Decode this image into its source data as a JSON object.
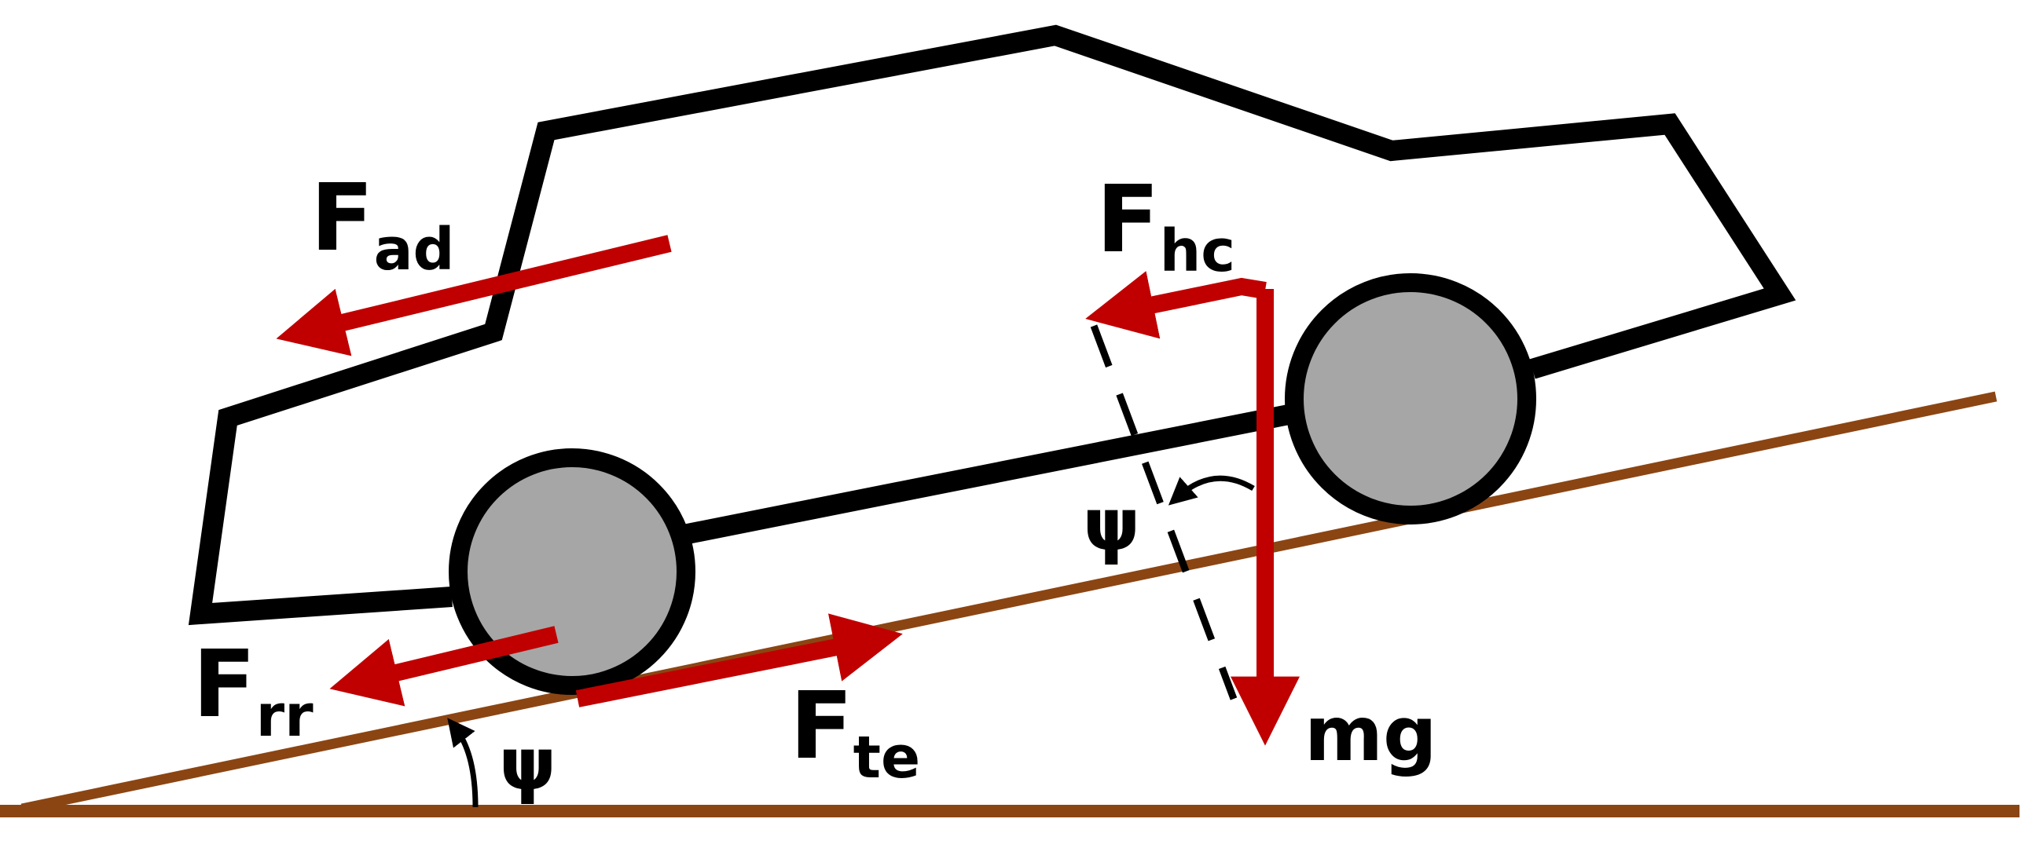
{
  "colors": {
    "ground": "#8B4513",
    "force": "#C00000",
    "outline": "#000000",
    "wheel": "#A6A6A6"
  },
  "labels": {
    "f_ad": {
      "main": "F",
      "sub": "ad"
    },
    "f_hc": {
      "main": "F",
      "sub": "hc"
    },
    "f_rr": {
      "main": "F",
      "sub": "rr"
    },
    "f_te": {
      "main": "F",
      "sub": "te"
    },
    "mg": "mg",
    "psi_incline": "ψ",
    "psi_gravity": "ψ"
  }
}
